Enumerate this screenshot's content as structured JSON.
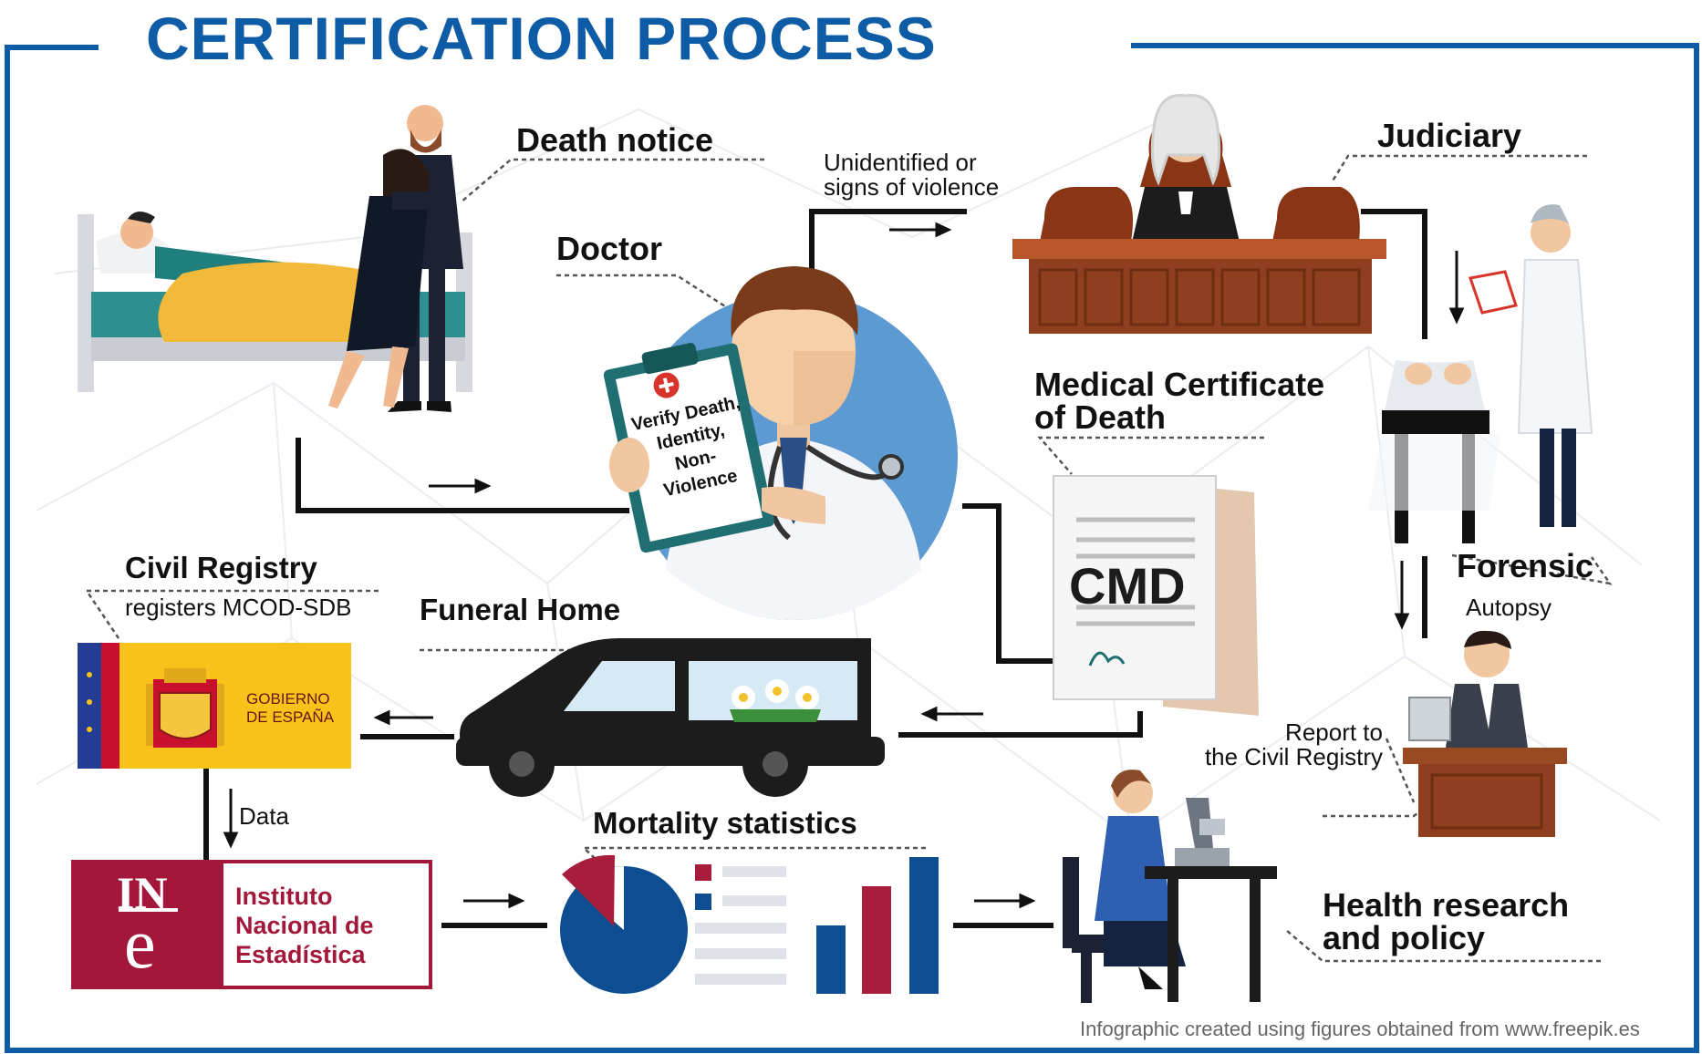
{
  "title": "CERTIFICATION PROCESS",
  "labels": {
    "death_notice": "Death notice",
    "doctor": "Doctor",
    "unidentified_line1": "Unidentified or",
    "unidentified_line2": "signs of violence",
    "judiciary": "Judiciary",
    "mcd_line1": "Medical Certificate",
    "mcd_line2": "of Death",
    "forensic": "Forensic",
    "autopsy": "Autopsy",
    "report_line1": "Report to",
    "report_line2": "the Civil Registry",
    "civil_registry": "Civil Registry",
    "registers": "registers MCOD-SDB",
    "funeral_home": "Funeral Home",
    "data": "Data",
    "mortality_statistics": "Mortality statistics",
    "health_line1": "Health research",
    "health_line2": "and policy",
    "credit": "Infographic created using figures obtained from www.freepik.es"
  },
  "clipboard": [
    "Verify Death,",
    "Identity,",
    "Non-",
    "Violence"
  ],
  "cmd_label": "CMD",
  "gobierno_line1": "GOBIERNO",
  "gobierno_line2": "DE ESPAÑA",
  "ine": {
    "logo_top": "IN",
    "logo_bottom": "e",
    "line1": "Instituto",
    "line2": "Nacional de",
    "line3": "Estadística"
  },
  "colors": {
    "brand_blue": "#0e5ba6",
    "doctor_circle": "#5c9ad1",
    "ine_red": "#a3183a",
    "spain_yellow": "#f9c21b",
    "spain_red": "#c8102e",
    "eu_blue": "#243c94",
    "wood": "#8f3f1f",
    "chart_blue": "#0d4d91",
    "chart_red": "#a81d3b"
  },
  "icons": [
    "hospital-bed-icon",
    "mourning-couple-icon",
    "doctor-icon",
    "clipboard-icon",
    "judge-icon",
    "forensic-doctor-icon",
    "autopsy-table-icon",
    "certificate-document-icon",
    "hearse-icon",
    "spain-government-logo-icon",
    "ine-logo-icon",
    "pie-chart-icon",
    "bar-chart-icon",
    "researcher-microscope-icon",
    "clerk-desk-icon"
  ]
}
